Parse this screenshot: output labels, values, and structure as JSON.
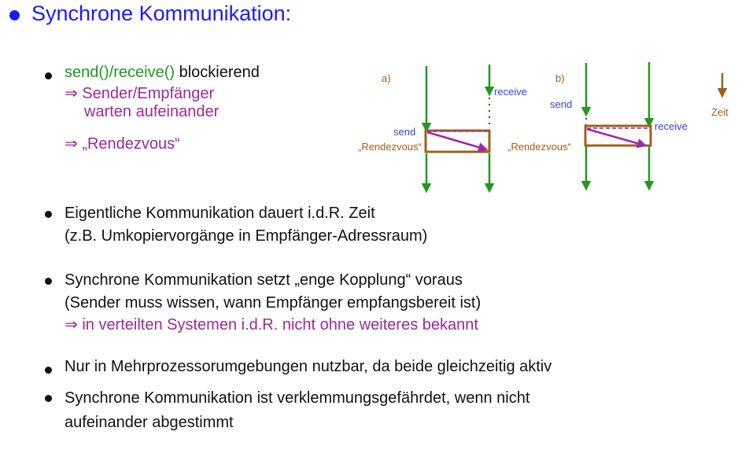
{
  "title": "Synchrone Kommunikation:",
  "bullets": {
    "b1_green": "send()/receive()",
    "b1_rest": " blockierend",
    "b1_sub1_l1": "⇒ Sender/Empfänger",
    "b1_sub1_l2": "warten aufeinander",
    "b1_sub2": "⇒ „Rendezvous“",
    "b2_l1": "Eigentliche Kommunikation dauert i.d.R. Zeit",
    "b2_l2": "(z.B. Umkopiervorgänge in Empfänger-Adressraum)",
    "b3_l1": "Synchrone Kommunikation setzt „enge Kopplung“ voraus",
    "b3_l2": "(Sender muss wissen, wann Empfänger empfangsbereit ist)",
    "b3_l3": "⇒ in verteilten Systemen i.d.R. nicht ohne weiteres bekannt",
    "b4": "Nur in Mehrprozessorumgebungen nutzbar, da beide gleichzeitig aktiv",
    "b5_l1": "Synchrone Kommunikation ist verklemmungsgefährdet, wenn nicht",
    "b5_l2": "aufeinander abgestimmt"
  },
  "diagram": {
    "a_label": "a)",
    "b_label": "b)",
    "send": "send",
    "receive": "receive",
    "rendezvous": "„Rendezvous“",
    "zeit": "Zeit",
    "colors": {
      "green": "#1f9a1f",
      "brown": "#a0601a",
      "purple": "#9a2aaa",
      "blue": "#3344dd"
    }
  }
}
